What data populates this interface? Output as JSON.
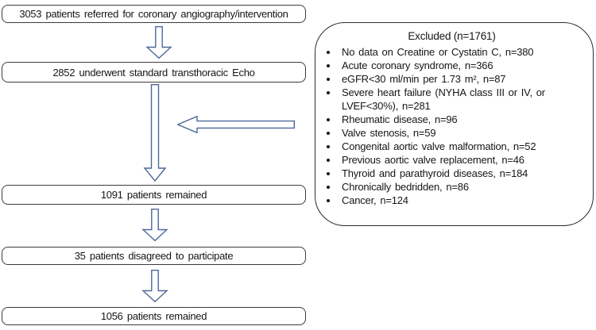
{
  "boxes": [
    {
      "label": "3053 patients referred for coronary angiography/intervention"
    },
    {
      "label": "2852 underwent standard transthoracic Echo"
    },
    {
      "label": "1091 patients remained"
    },
    {
      "label": "35 patients disagreed to participate"
    },
    {
      "label": "1056 patients remained"
    }
  ],
  "excluded_panel": {
    "title": "Excluded (n=1761)",
    "items": [
      "No data on Creatine or Cystatin C, n=380",
      "Acute coronary syndrome, n=366",
      "eGFR<30 ml/min per 1.73 m², n=87",
      "Severe heart failure (NYHA class III or IV, or LVEF<30%), n=281",
      "Rheumatic disease, n=96",
      "Valve stenosis, n=59",
      "Congenital aortic valve malformation, n=52",
      "Previous aortic valve replacement, n=46",
      "Thyroid and parathyroid diseases, n=184",
      "Chronically bedridden, n=86",
      "Cancer, n=124"
    ]
  },
  "colors": {
    "arrow_outline": "#4d6899",
    "box_border": "#3c3c3c",
    "panel_border": "#2e2e2e",
    "text": "#161616",
    "background": "#ffffff"
  }
}
